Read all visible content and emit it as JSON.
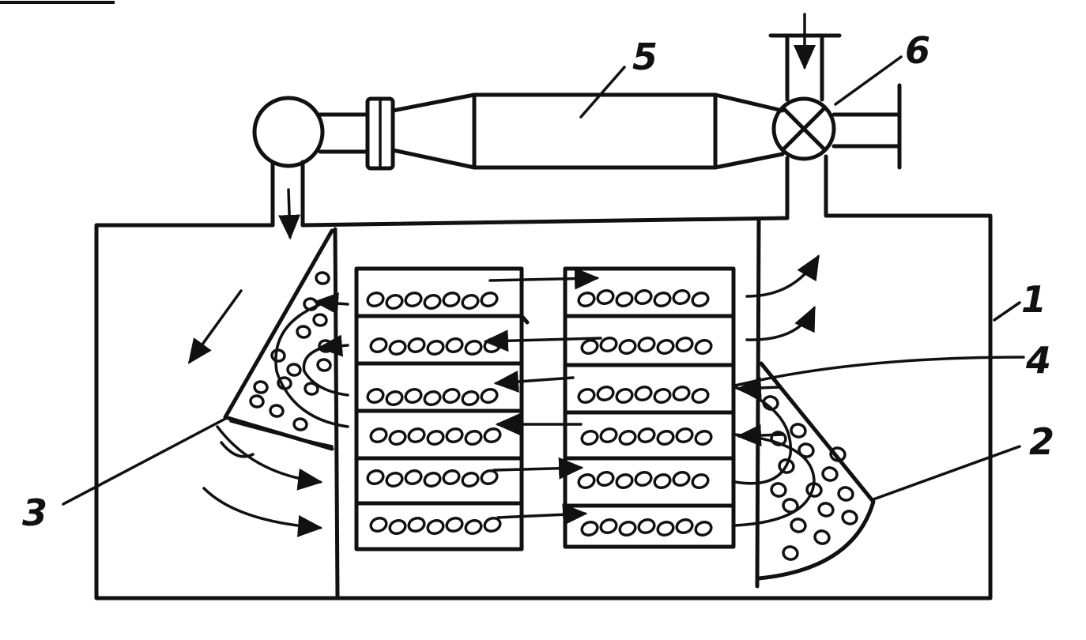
{
  "labels": {
    "housing": "1",
    "right_flap": "2",
    "left_flap": "3",
    "trays": "4",
    "fan_tube": "5",
    "valve": "6"
  },
  "colors": {
    "ink": "#111111",
    "background": "#ffffff"
  }
}
